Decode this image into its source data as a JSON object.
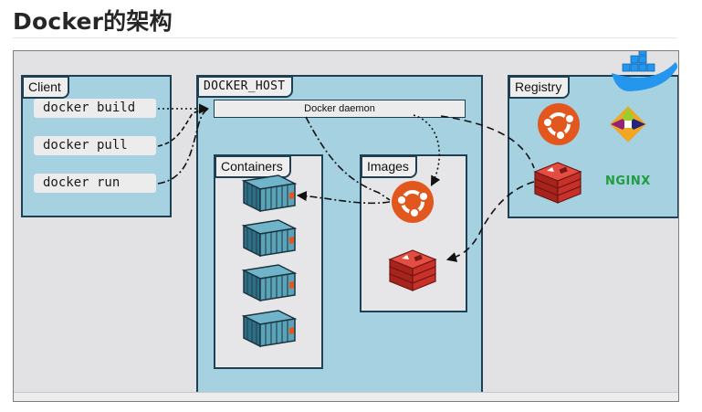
{
  "page": {
    "heading": "Docker的架构"
  },
  "diagram": {
    "client": {
      "title": "Client",
      "commands": [
        "docker build",
        "docker pull",
        "docker run"
      ]
    },
    "docker_host": {
      "title": "DOCKER_HOST",
      "daemon": "Docker daemon",
      "containers_title": "Containers",
      "images_title": "Images"
    },
    "registry": {
      "title": "Registry",
      "nginx_label": "NGINX"
    },
    "colors": {
      "box_fill": "#a6d1e0",
      "box_border": "#1f3f52",
      "ubuntu_orange": "#e2571e",
      "redis_red": "#cf2d27",
      "docker_blue": "#2496ed"
    },
    "icons": [
      "docker-whale-icon",
      "ubuntu-icon",
      "centos-icon",
      "redis-icon",
      "nginx-logo",
      "container-icon"
    ]
  }
}
